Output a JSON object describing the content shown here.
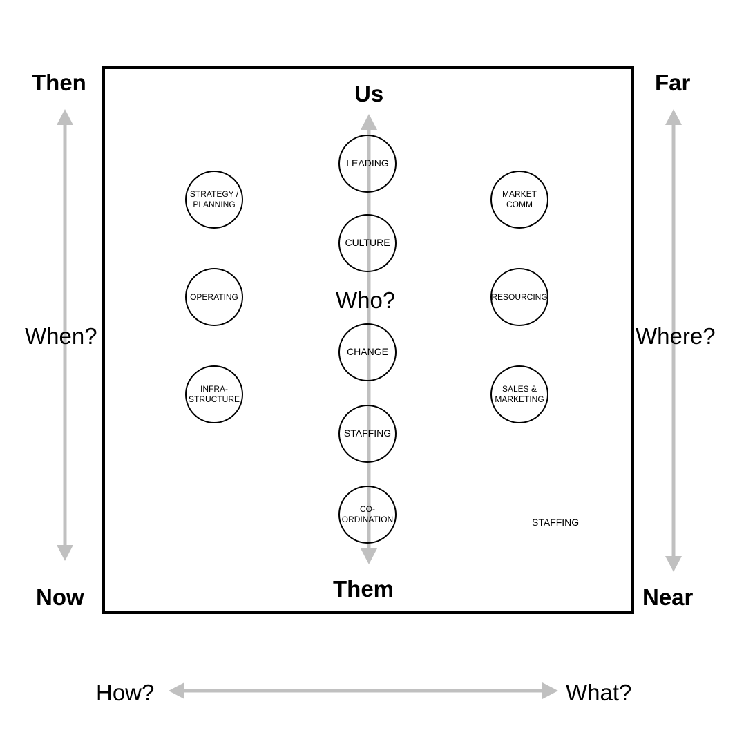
{
  "corners": {
    "top_left": "Then",
    "bottom_left": "Now",
    "top_right": "Far",
    "bottom_right": "Near",
    "top_center": "Us",
    "bottom_center": "Them"
  },
  "questions": {
    "left": "When?",
    "right": "Where?",
    "center": "Who?",
    "bottom_left": "How?",
    "bottom_right": "What?"
  },
  "left_column": [
    "STRATEGY /\nPLANNING",
    "OPERATING",
    "INFRA-\nSTRUCTURE"
  ],
  "center_column": [
    "LEADING",
    "CULTURE",
    "CHANGE",
    "STAFFING",
    "CO-\nORDINATION"
  ],
  "right_column": [
    "MARKET\nCOMM",
    "RESOURCING",
    "SALES &\nMARKETING"
  ],
  "free_label": "STAFFING",
  "colors": {
    "arrow": "#c0c0c0",
    "frame": "#000000"
  }
}
